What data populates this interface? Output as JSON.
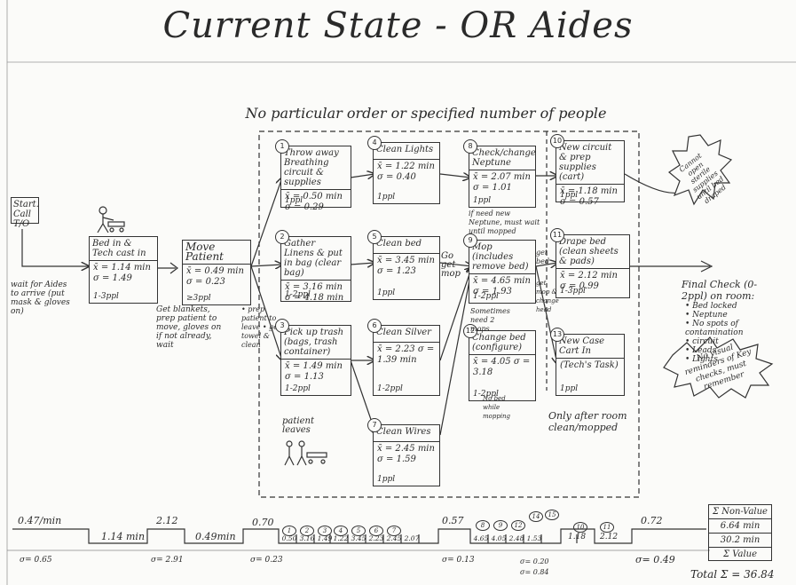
{
  "title": "Current State - OR Aides",
  "subtitle": "No particular order or specified number of people",
  "start": "Start. Call T/O",
  "wait_note": "wait for Aides to arrive (put mask & gloves on)",
  "blankets_note": "Get blankets, prep patient to move, gloves on if not already, wait",
  "prep_note": "• prep patient to leave • get towel & clean",
  "box_bedin": {
    "name": "Bed in & Tech cast in",
    "stats": "x̄ = 1.14 min  σ = 1.49",
    "people": "1-3ppl"
  },
  "box_move": {
    "name": "Move Patient",
    "stats": "x̄ = 0.49 min  σ = 0.23",
    "people": "≥3ppl"
  },
  "boxes": [
    {
      "num": "1",
      "name": "Throw away Breathing circuit & supplies",
      "stats": "x̄ = 0.50 min  σ = 0.29",
      "people": "1ppl"
    },
    {
      "num": "2",
      "name": "Gather Linens & put in bag (clear bag)",
      "stats": "x̄ = 3.16 min  σ = 4.18 min",
      "people": "1-2ppl"
    },
    {
      "num": "3",
      "name": "Pick up trash (bags, trash container)",
      "stats": "x̄ = 1.49 min  σ = 1.13",
      "people": "1-2ppl"
    },
    {
      "num": "4",
      "name": "Clean Lights",
      "stats": "x̄ = 1.22 min  σ = 0.40",
      "people": "1ppl"
    },
    {
      "num": "5",
      "name": "Clean bed",
      "stats": "x̄ = 3.45 min  σ = 1.23",
      "people": "1ppl"
    },
    {
      "num": "6",
      "name": "Clean Silver",
      "stats": "x̄ = 2.23  σ = 1.39 min",
      "people": "1-2ppl"
    },
    {
      "num": "7",
      "name": "Clean Wires",
      "stats": "x̄ = 2.45 min  σ = 1.59",
      "people": "1ppl"
    },
    {
      "num": "8",
      "name": "Check/change Neptune",
      "stats": "x̄ = 2.07 min  σ = 1.01",
      "people": "1ppl"
    },
    {
      "num": "9",
      "name": "Mop (includes remove bed)",
      "stats": "x̄ = 4.65 min  σ = 1.93",
      "people": "1-2ppl"
    },
    {
      "num": "12",
      "name": "Change bed (configure)",
      "stats": "x̄ = 4.05  σ = 3.18",
      "people": "1-2ppl"
    },
    {
      "num": "10",
      "name": "New circuit & prep supplies (cart)",
      "stats": "x̄ = 1.18 min  σ = 0.57",
      "people": "1ppl"
    },
    {
      "num": "11",
      "name": "Drape bed (clean sheets & pads)",
      "stats": "x̄ = 2.12 min  σ = 0.99",
      "people": "1-3ppl"
    },
    {
      "num": "13",
      "name": "New Case Cart In",
      "stats": "(Tech's Task)",
      "people": "1ppl"
    }
  ],
  "neptune_note": "if need new Neptune, must wait until mopped",
  "go_get_mop": "Go get mop",
  "sometimes_note": "Sometimes need 2 mops",
  "get_bed_note": "get bed",
  "get_mop_note": "get mop & change head",
  "no_mop_note": "No bed while mopping",
  "only_after": "Only after room clean/mopped",
  "patient_leaves": "patient leaves",
  "cloud1": "Cannot open sterile supplies until bed draped",
  "cloud2": "No visual reminders of Key checks, must remember",
  "final_check": "Final Check (0-2ppl) on room:",
  "final_items": [
    "• Bed locked",
    "• Neptune",
    "• No spots of contamination",
    "• circuit",
    "• Leads",
    "• Lights"
  ],
  "timeline": {
    "upper": [
      "0.47/min",
      "2.12",
      "0.70",
      "0.57",
      "0.72"
    ],
    "lower": [
      "1.14 min",
      "0.49min",
      "1.18",
      "2.12"
    ],
    "cells": [
      "0.50",
      "3.16",
      "1.49",
      "1.22",
      "3.45",
      "2.23",
      "2.45",
      "2.07",
      "4.65",
      "4.05",
      "2.48",
      "1.53"
    ],
    "cell_nums": [
      "1",
      "2",
      "3",
      "4",
      "5",
      "6",
      "7",
      "8",
      "9",
      "12",
      "14",
      "15",
      "10",
      "11"
    ],
    "sigma": [
      "σ= 0.65",
      "σ= 2.91",
      "σ= 0.23",
      "σ= 0.13",
      "σ= 0.49"
    ],
    "sigma_extra": [
      "σ= 0.20",
      "σ= 0.84"
    ]
  },
  "legend": [
    "Σ Non-Value",
    "6.64 min",
    "30.2 min",
    "Σ Value"
  ],
  "total": "Total Σ = 36.84"
}
